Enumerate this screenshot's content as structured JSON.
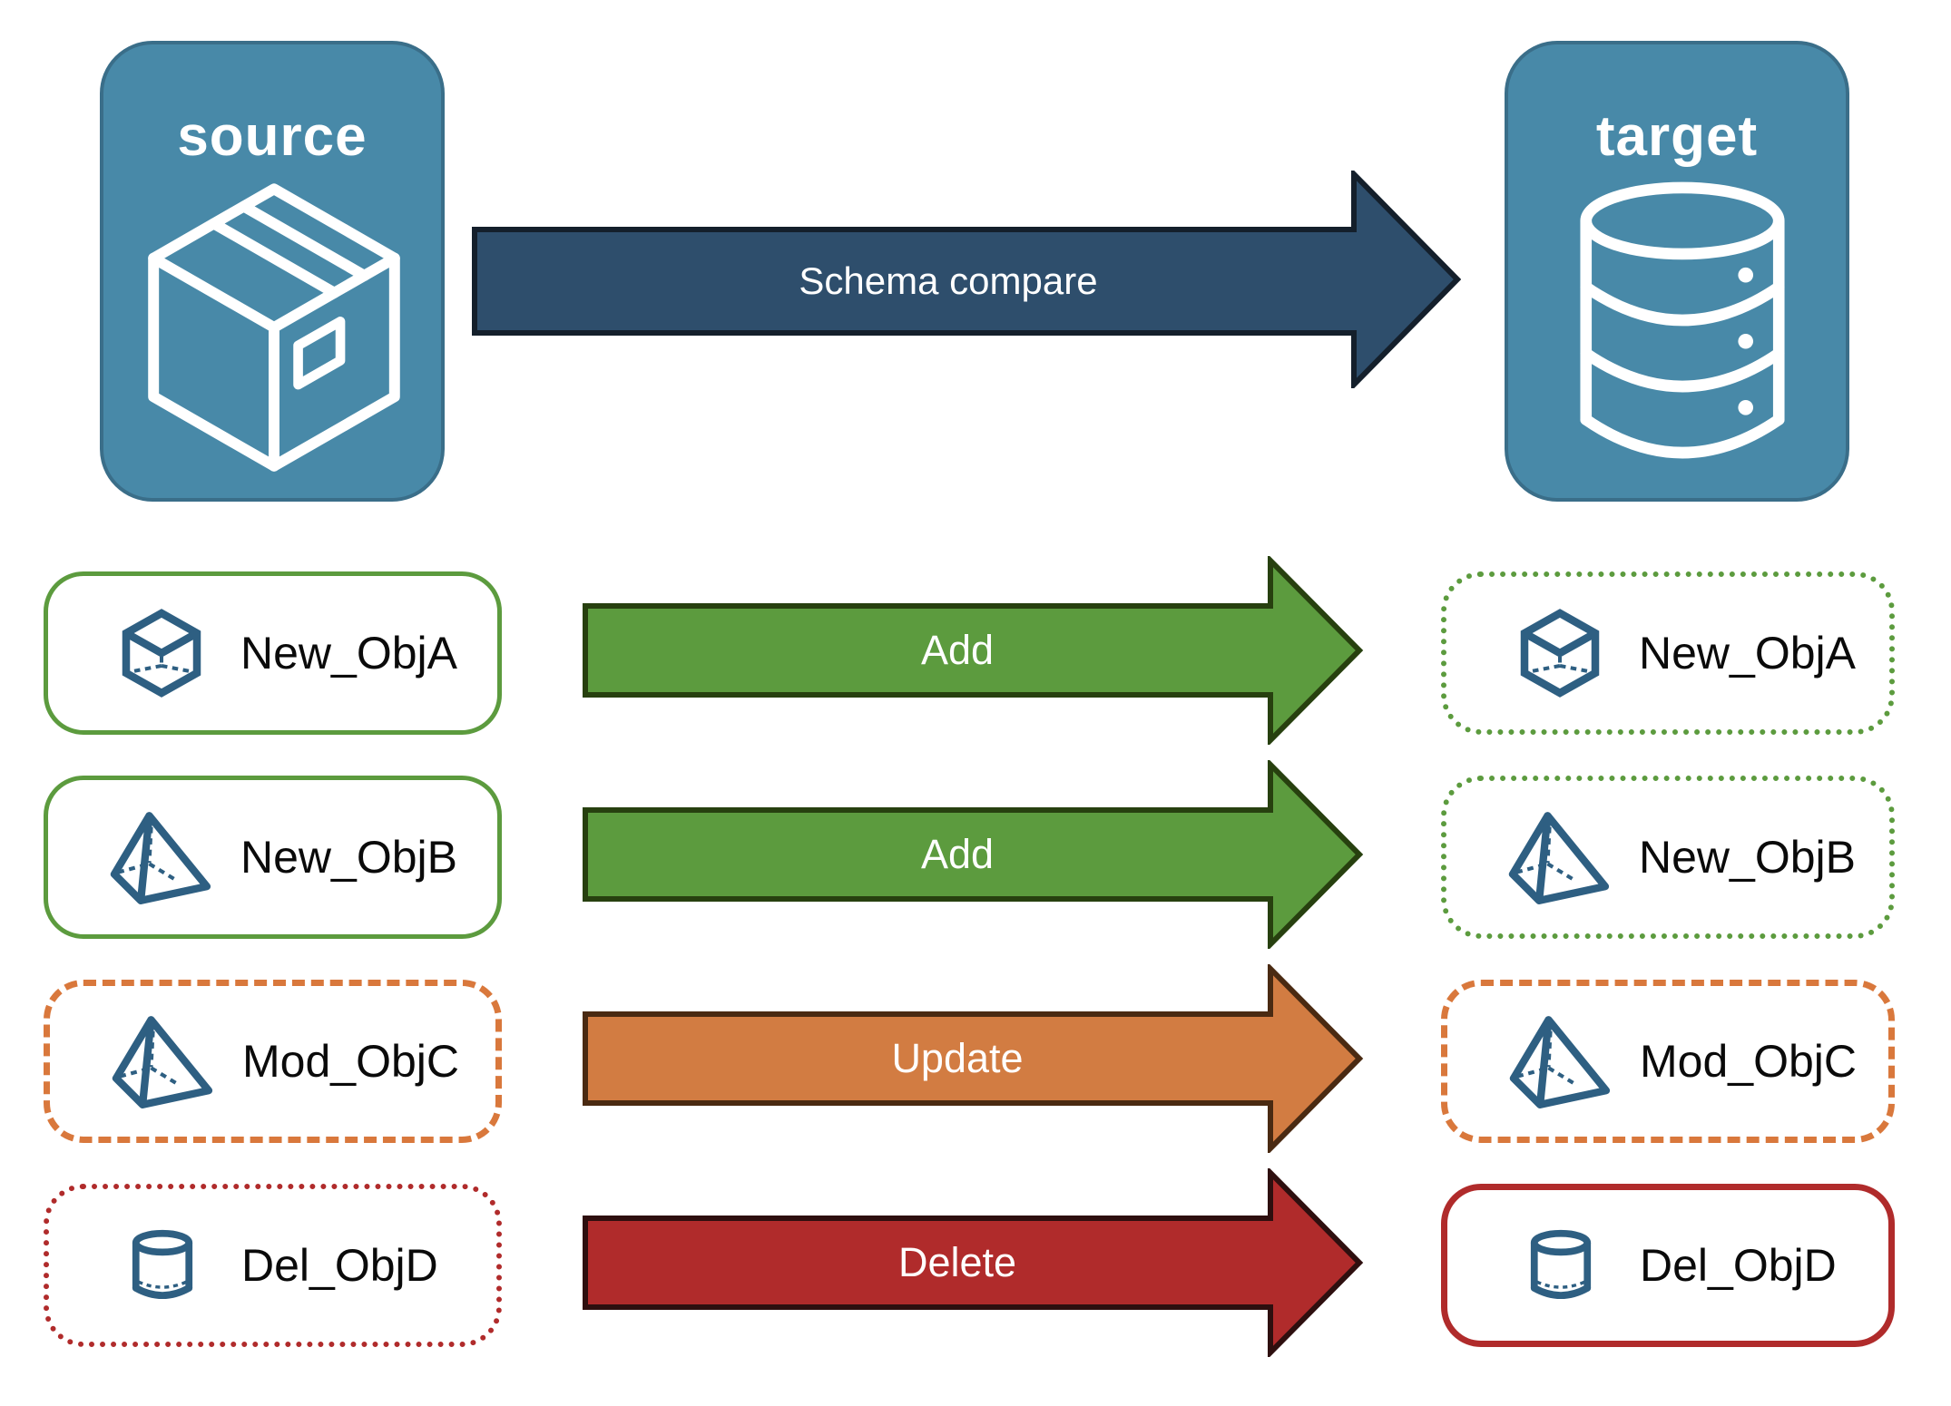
{
  "diagram": {
    "source_panel": {
      "label": "source",
      "icon": "package-box",
      "fill": "#4889A8",
      "border_color": "#3A6E89",
      "text_color": "#FFFFFF"
    },
    "target_panel": {
      "label": "target",
      "icon": "database",
      "fill": "#4889A8",
      "border_color": "#3A6E89",
      "text_color": "#FFFFFF"
    },
    "compare_arrow": {
      "label": "Schema compare",
      "fill": "#2E4E6C",
      "border_color": "#141F2B",
      "text_color": "#FFFFFF"
    },
    "object_icon_color": "#2E5F82",
    "object_label_color": "#0A0A0A",
    "rows": [
      {
        "object": "New_ObjA",
        "icon": "cube",
        "action": "Add",
        "arrow_fill": "#5C9B3E",
        "arrow_border": "#27400F",
        "source_box": {
          "border_style": "solid",
          "border_color": "#5C9B3E"
        },
        "target_box": {
          "border_style": "dotted",
          "border_color": "#5C9B3E"
        }
      },
      {
        "object": "New_ObjB",
        "icon": "pyramid",
        "action": "Add",
        "arrow_fill": "#5C9B3E",
        "arrow_border": "#27400F",
        "source_box": {
          "border_style": "solid",
          "border_color": "#5C9B3E"
        },
        "target_box": {
          "border_style": "dotted",
          "border_color": "#5C9B3E"
        }
      },
      {
        "object": "Mod_ObjC",
        "icon": "pyramid",
        "action": "Update",
        "arrow_fill": "#D27C42",
        "arrow_border": "#4A2A12",
        "source_box": {
          "border_style": "dashed",
          "border_color": "#D9783C"
        },
        "target_box": {
          "border_style": "dashed",
          "border_color": "#D9783C"
        }
      },
      {
        "object": "Del_ObjD",
        "icon": "cylinder",
        "action": "Delete",
        "arrow_fill": "#B02B2B",
        "arrow_border": "#2E0F0F",
        "source_box": {
          "border_style": "dotted",
          "border_color": "#B02B2B"
        },
        "target_box": {
          "border_style": "solid",
          "border_color": "#B02B2B"
        }
      }
    ]
  }
}
